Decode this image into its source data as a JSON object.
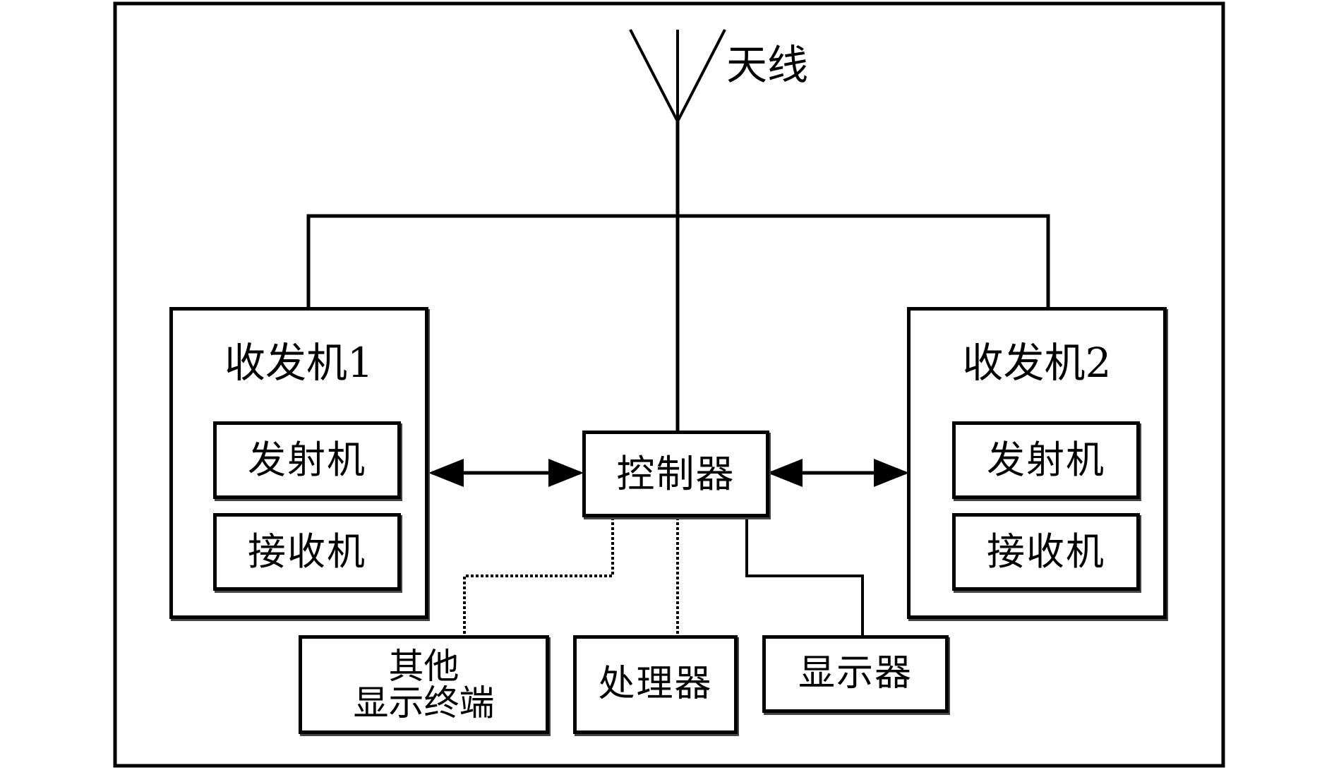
{
  "antenna": {
    "label": "天线"
  },
  "transceivers": [
    {
      "title": "收发机1",
      "transmitter": "发射机",
      "receiver": "接收机"
    },
    {
      "title": "收发机2",
      "transmitter": "发射机",
      "receiver": "接收机"
    }
  ],
  "controller": {
    "label": "控制器"
  },
  "peripherals": {
    "other_display_line1": "其他",
    "other_display_line2": "显示终端",
    "processor": "处理器",
    "display": "显示器"
  }
}
